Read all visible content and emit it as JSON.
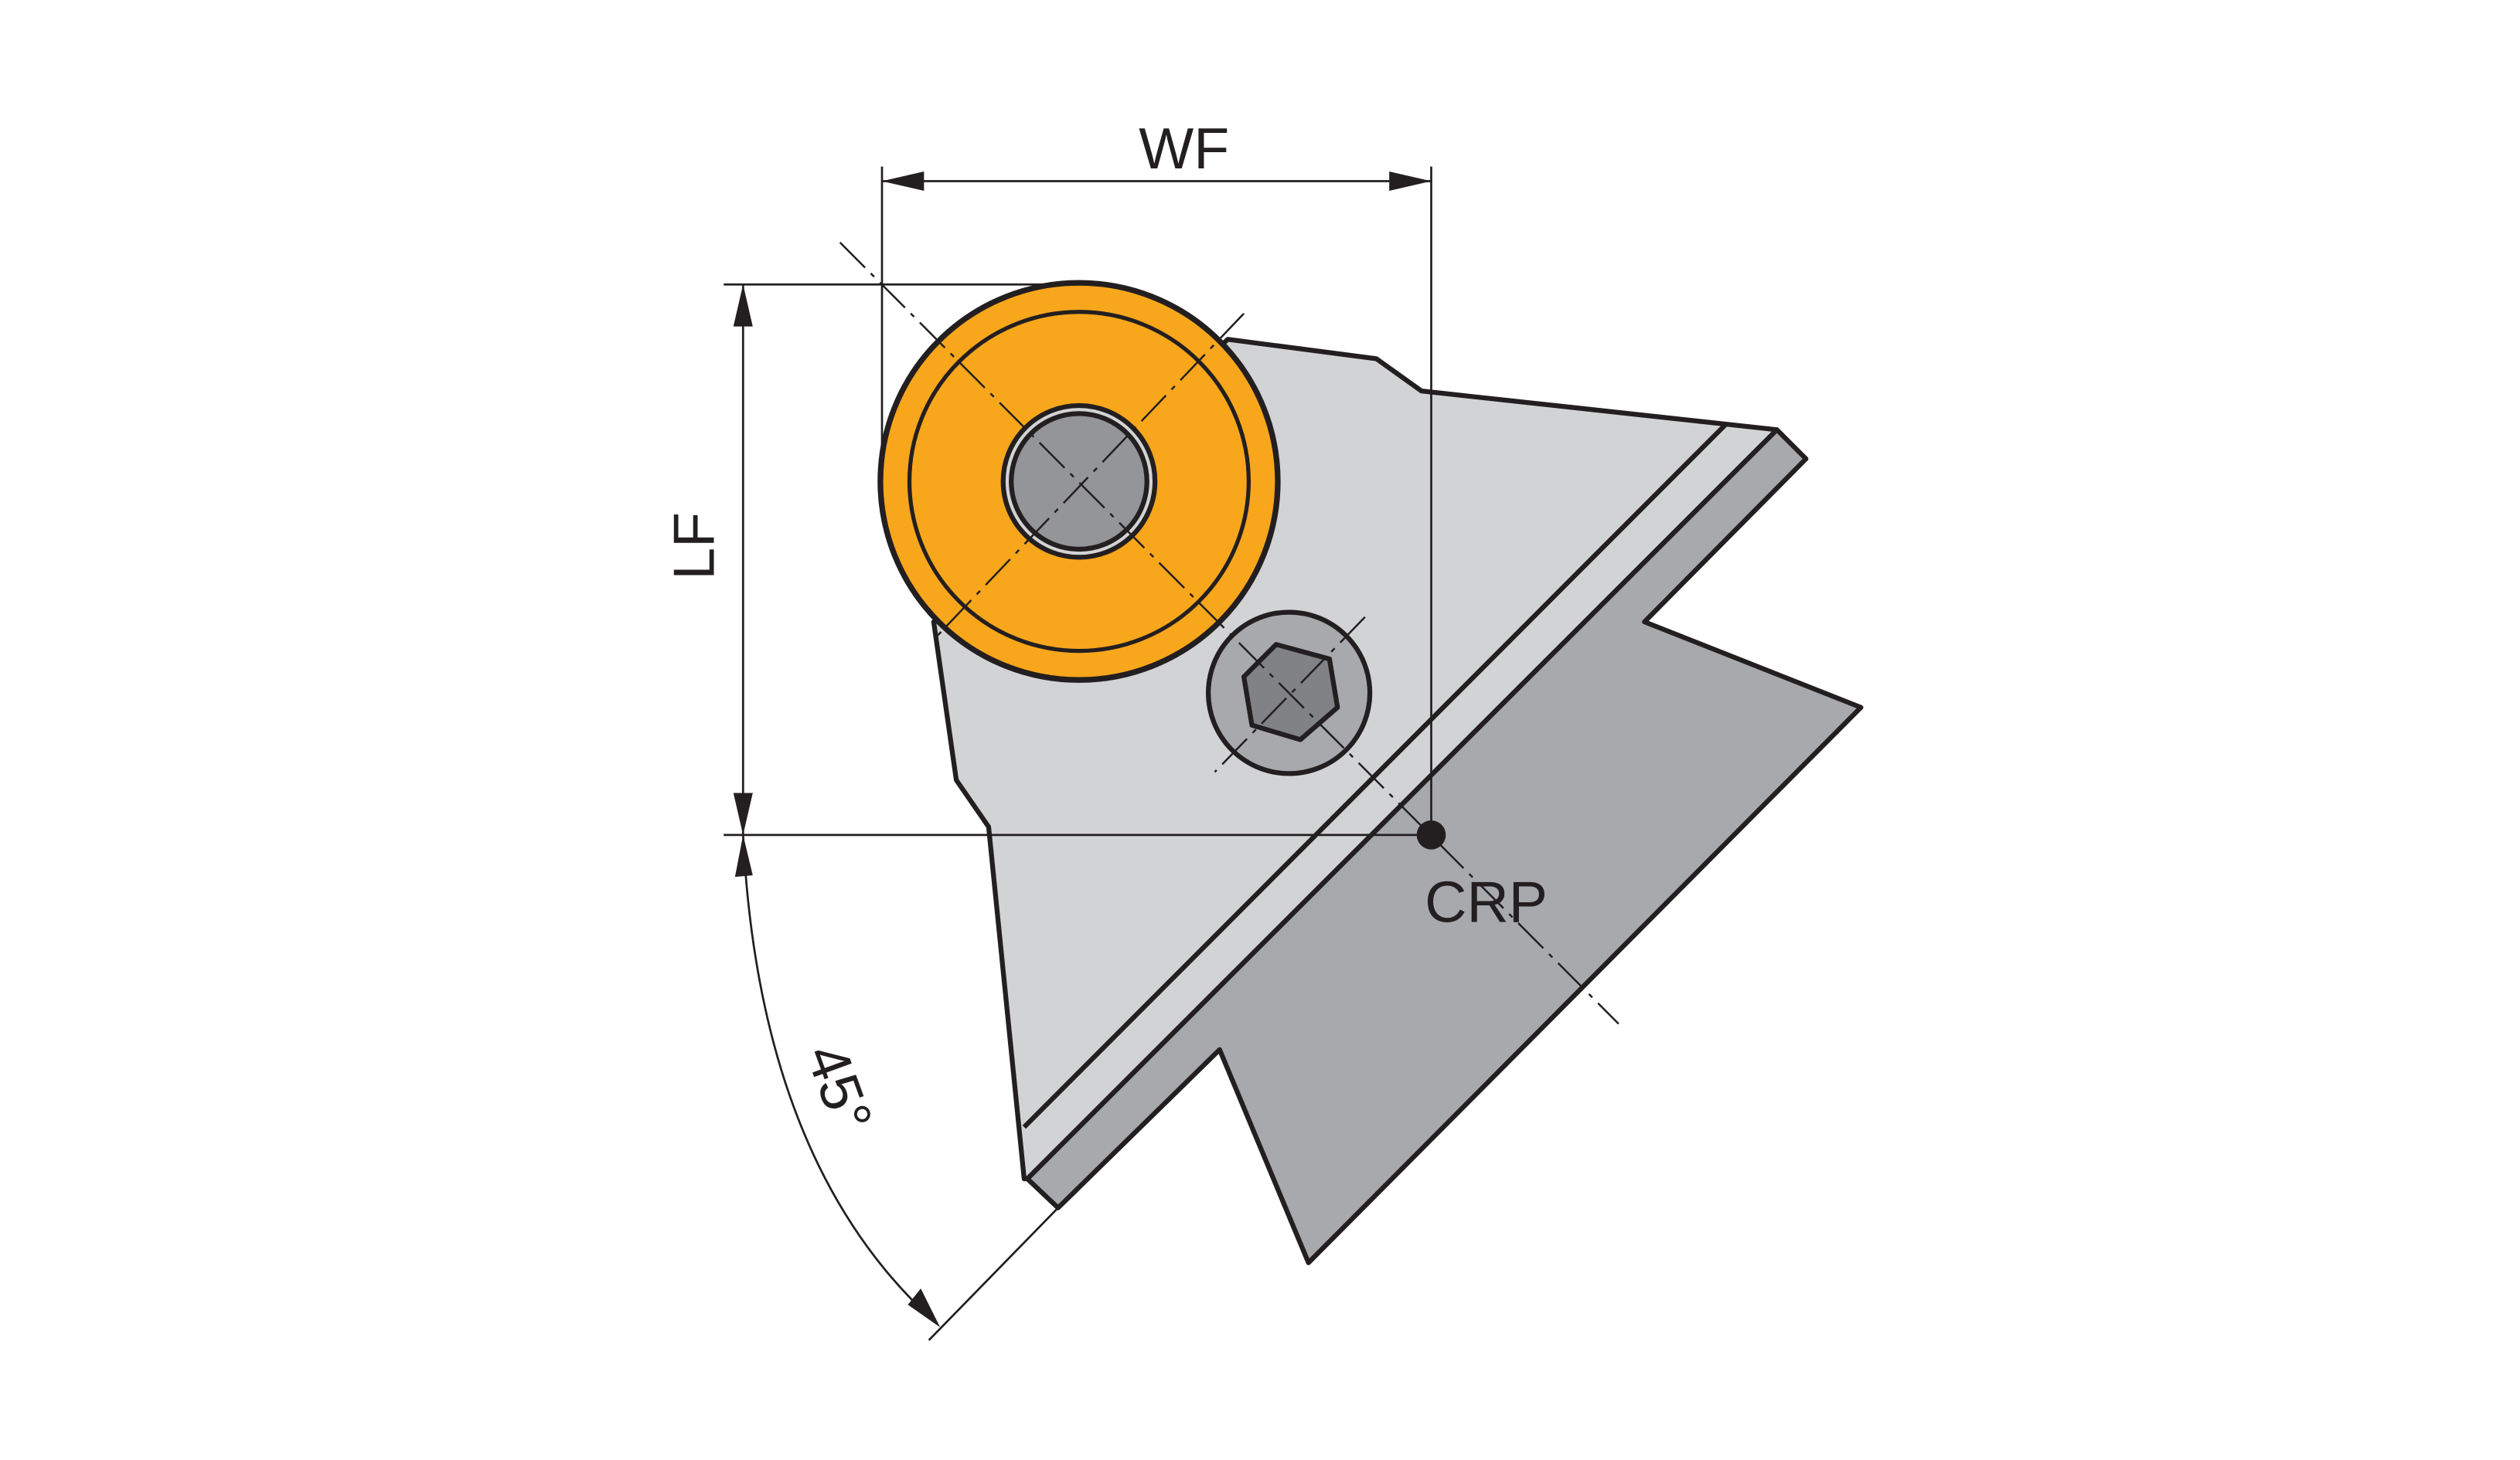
{
  "labels": {
    "wf": "WF",
    "lf": "LF",
    "crp": "CRP",
    "angle": "45°"
  },
  "colors": {
    "insert": "#f8a61b",
    "body": "#d1d3d4",
    "blade": "#a7a9ac",
    "hole": "#939598",
    "hex": "#808285",
    "line": "#231f20"
  }
}
